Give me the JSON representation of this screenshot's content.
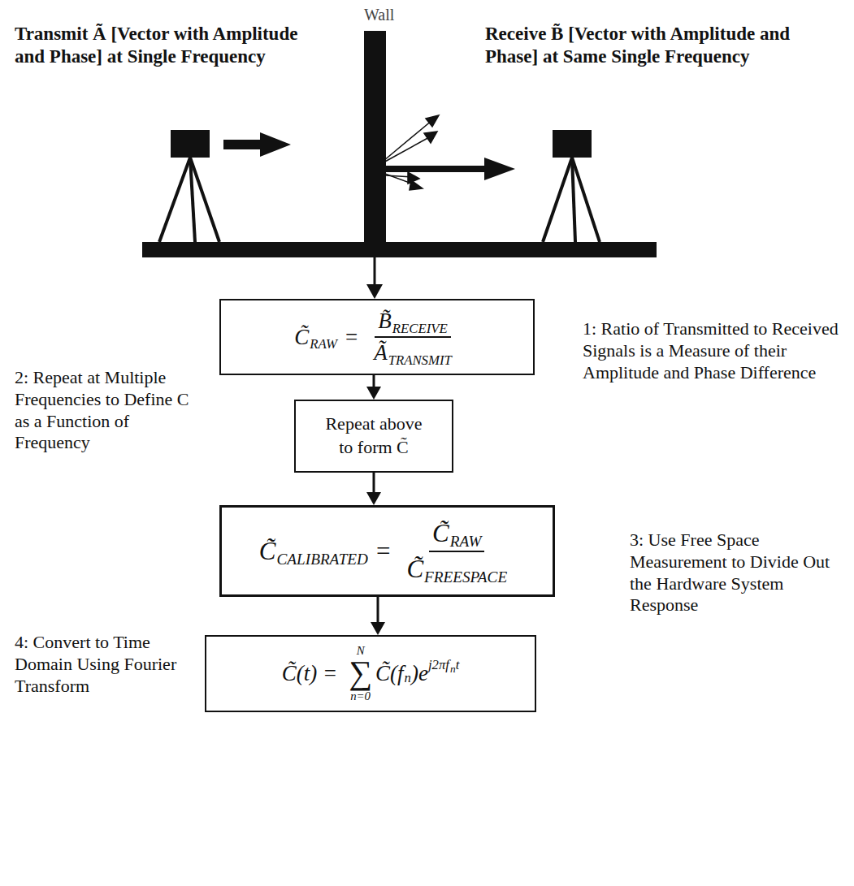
{
  "diagram": {
    "nodes": [
      {
        "text": [
          "C̃",
          "RAW",
          "=",
          "B̃",
          "RECEIVE",
          "Ã",
          "TRANSMIT"
        ]
      },
      {
        "text": [
          "Repeat above to form C̃"
        ]
      },
      {
        "text": [
          "C̃",
          "CALIBRATED",
          "=",
          "C̃",
          "RAW",
          "C̃",
          "FREESPACE"
        ]
      },
      {
        "text": [
          "C̃(t) =",
          "∑",
          "N",
          "n=0",
          "C̃(f",
          "n",
          ")e",
          "j2πf",
          "n",
          "t"
        ]
      }
    ],
    "edges": [
      {
        "from": 0,
        "to": 1,
        "arrow": "to"
      },
      {
        "from": 1,
        "to": 2,
        "arrow": "to"
      },
      {
        "from": 2,
        "to": 3,
        "arrow": "to"
      }
    ],
    "labels": [
      "Transmit Ã [Vector with Amplitude and Phase] at Single Frequency",
      "Wall",
      "Receive B̃ [Vector with Amplitude and Phase] at Same Single Frequency",
      "1: Ratio of Transmitted to Received Signals is a Measure of their Amplitude and Phase Difference",
      "2: Repeat at Multiple Frequencies to Define C as a Function of Frequency",
      "3: Use Free Space Measurement to Divide Out the Hardware System Response",
      "4: Convert to Time Domain Using Fourier Transform"
    ]
  }
}
